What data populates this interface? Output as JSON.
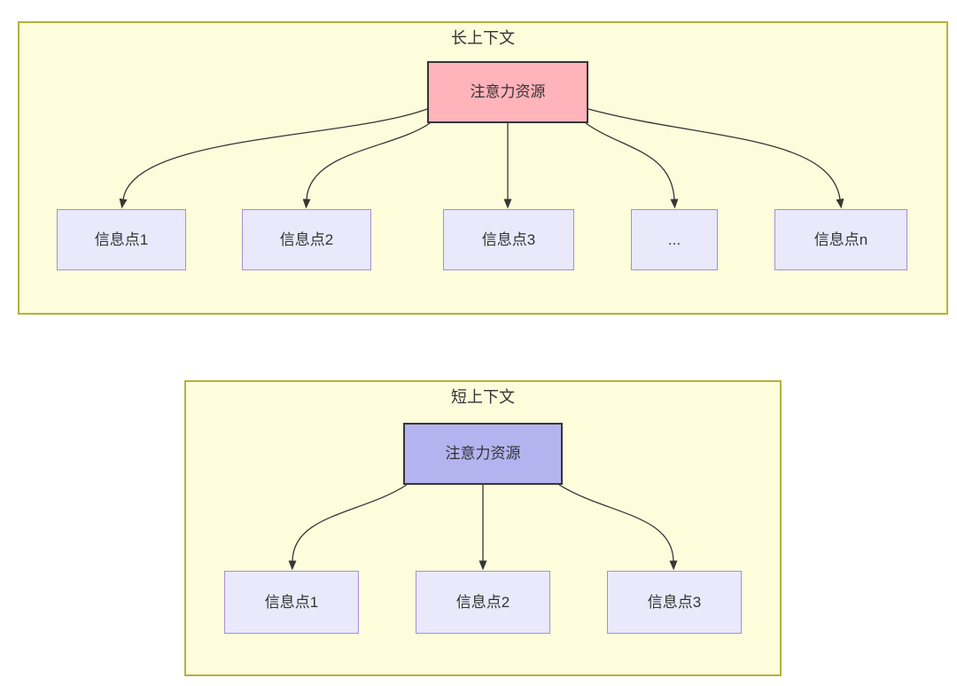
{
  "panels": {
    "long": {
      "title": "长上下文",
      "root_label": "注意力资源",
      "nodes": [
        "信息点1",
        "信息点2",
        "信息点3",
        "...",
        "信息点n"
      ]
    },
    "short": {
      "title": "短上下文",
      "root_label": "注意力资源",
      "nodes": [
        "信息点1",
        "信息点2",
        "信息点3"
      ]
    }
  },
  "colors": {
    "panel_fill": "#fdfddc",
    "panel_border": "#b2b33e",
    "long_root_fill": "#ffb3ba",
    "short_root_fill": "#b3b3f0",
    "root_border": "#363636",
    "info_fill": "#e9e9fb",
    "info_border": "#a58fd8",
    "arrow": "#363636",
    "text": "#333333",
    "page_background": "#ffffff"
  }
}
